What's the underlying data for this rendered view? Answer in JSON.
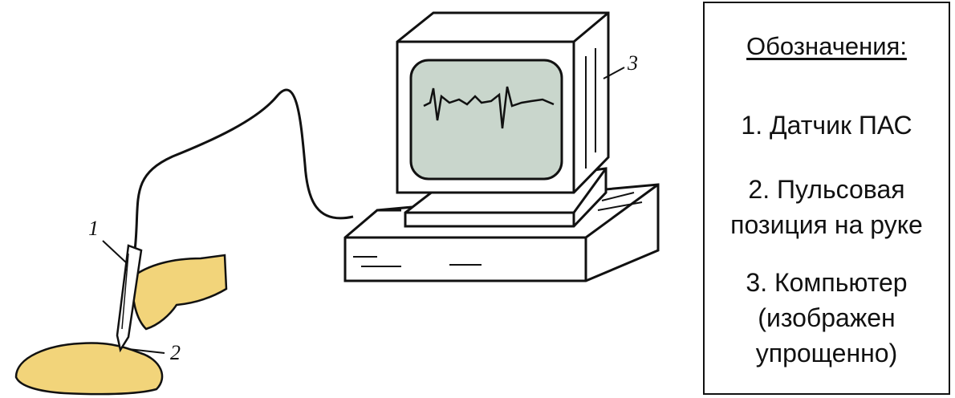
{
  "callouts": {
    "sensor": "1",
    "pulse_position": "2",
    "computer": "3"
  },
  "legend": {
    "title": "Обозначения:",
    "items": [
      "1. Датчик ПАС",
      "2. Пульсовая\nпозиция на руке",
      "3. Компьютер\n(изображен\nупрощенно)"
    ]
  },
  "colors": {
    "skin": "#f2d47a",
    "line": "#111111",
    "screen": "#c9d6cc"
  }
}
